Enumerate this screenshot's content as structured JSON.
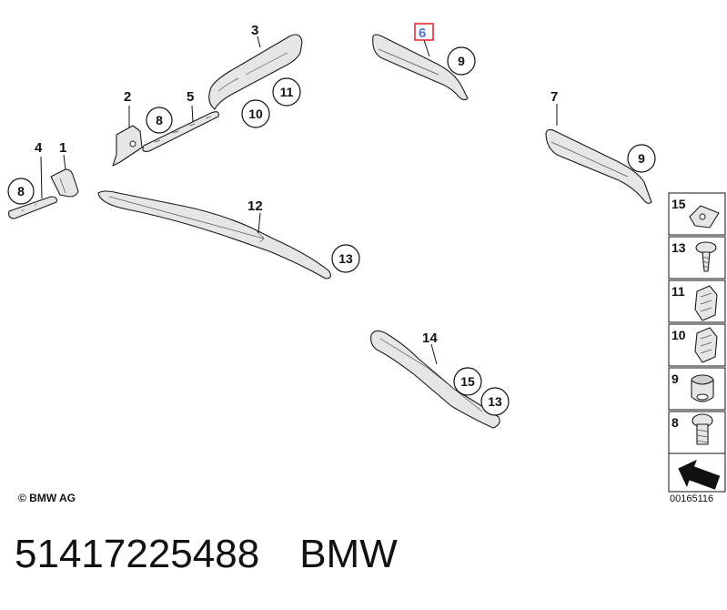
{
  "labels": {
    "p1": "1",
    "p2": "2",
    "p3": "3",
    "p4": "4",
    "p5": "5",
    "p6": "6",
    "p7": "7",
    "p12": "12",
    "p14": "14"
  },
  "callouts": {
    "c8a": "8",
    "c8b": "8",
    "c9a": "9",
    "c9b": "9",
    "c10": "10",
    "c11": "11",
    "c13a": "13",
    "c13b": "13",
    "c15": "15"
  },
  "legend": [
    "15",
    "13",
    "11",
    "10",
    "9",
    "8"
  ],
  "highlight_color": "#e02020",
  "copyright": "© BMW AG",
  "doc_number": "00165116",
  "caption": {
    "part_number": "51417225488",
    "brand": "BMW"
  }
}
